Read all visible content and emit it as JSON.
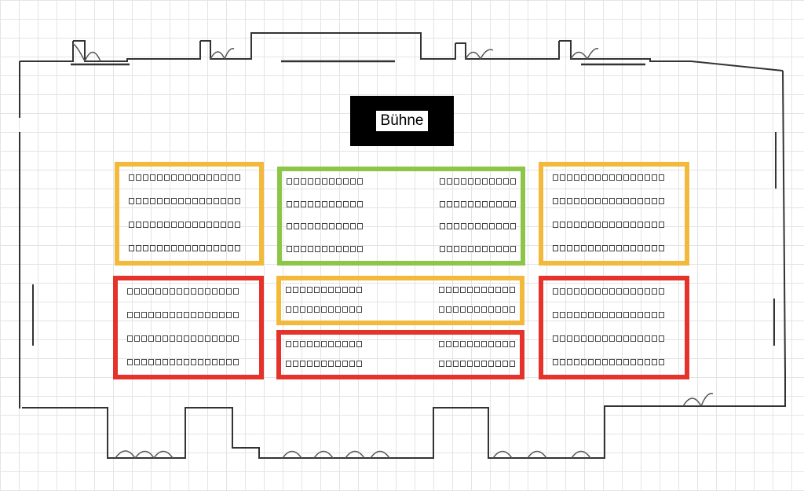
{
  "stage": {
    "label": "Bühne"
  },
  "colors": {
    "walls": "#333333",
    "grid": "#e4e4e4",
    "yellow": "#f3b93a",
    "green": "#8dc549",
    "red": "#e5322b",
    "stage": "#000000"
  },
  "blocks": [
    {
      "id": "left-front",
      "color": "yellow",
      "rows": 4,
      "seats_per_row": 16,
      "split": false
    },
    {
      "id": "center-front",
      "color": "green",
      "rows": 4,
      "seats_per_row": 11,
      "split": true
    },
    {
      "id": "right-front",
      "color": "yellow",
      "rows": 4,
      "seats_per_row": 16,
      "split": false
    },
    {
      "id": "left-rear",
      "color": "red",
      "rows": 4,
      "seats_per_row": 16,
      "split": false
    },
    {
      "id": "center-mid",
      "color": "yellow",
      "rows": 2,
      "seats_per_row": 11,
      "split": true
    },
    {
      "id": "center-rear",
      "color": "red",
      "rows": 2,
      "seats_per_row": 11,
      "split": true
    },
    {
      "id": "right-rear",
      "color": "red",
      "rows": 4,
      "seats_per_row": 16,
      "split": false
    }
  ]
}
